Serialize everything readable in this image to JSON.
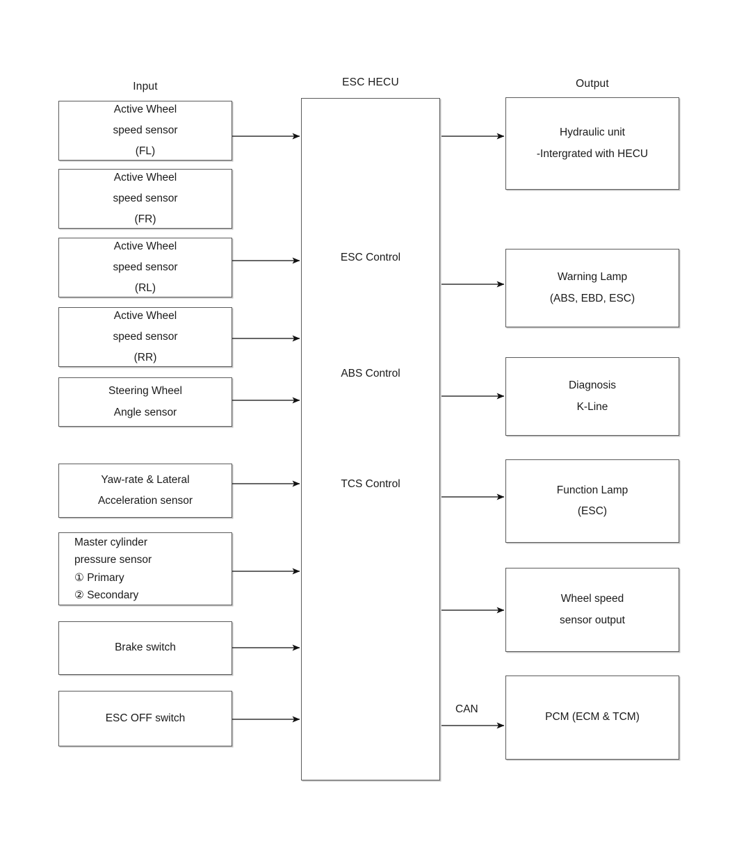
{
  "diagram": {
    "columns": {
      "input_title": "Input",
      "center_title": "ESC HECU",
      "output_title": "Output"
    },
    "center_functions": [
      {
        "label": "ESC Control"
      },
      {
        "label": "ABS Control"
      },
      {
        "label": "TCS Control"
      }
    ],
    "inputs": [
      {
        "lines": [
          "Active Wheel",
          "speed sensor",
          "(FL)"
        ],
        "has_arrow": true
      },
      {
        "lines": [
          "Active Wheel",
          "speed sensor",
          "(FR)"
        ],
        "has_arrow": false
      },
      {
        "lines": [
          "Active Wheel",
          "speed sensor",
          "(RL)"
        ],
        "has_arrow": true
      },
      {
        "lines": [
          "Active Wheel",
          "speed sensor",
          "(RR)"
        ],
        "has_arrow": true
      },
      {
        "lines": [
          "Steering Wheel",
          "Angle sensor"
        ],
        "has_arrow": true
      },
      {
        "lines": [
          "Yaw-rate & Lateral",
          "Acceleration sensor"
        ],
        "has_arrow": true
      },
      {
        "lines": [
          "Master cylinder",
          "pressure sensor",
          "① Primary",
          "② Secondary"
        ],
        "has_arrow": true,
        "align": "left"
      },
      {
        "lines": [
          "Brake switch"
        ],
        "has_arrow": true
      },
      {
        "lines": [
          "ESC OFF switch"
        ],
        "has_arrow": true
      }
    ],
    "outputs": [
      {
        "lines": [
          "Hydraulic unit",
          "-Intergrated with HECU"
        ]
      },
      {
        "lines": [
          "Warning Lamp",
          "(ABS, EBD, ESC)"
        ]
      },
      {
        "lines": [
          "Diagnosis",
          "K-Line"
        ]
      },
      {
        "lines": [
          "Function Lamp",
          "(ESC)"
        ]
      },
      {
        "lines": [
          "Wheel speed",
          "sensor output"
        ]
      },
      {
        "lines": [
          "PCM (ECM & TCM)"
        ]
      }
    ],
    "edge_labels": [
      {
        "text": "CAN"
      }
    ],
    "colors": {
      "border": "#5a5a5a",
      "text": "#1a1a1a",
      "wire": "#333333",
      "background": "#ffffff"
    }
  }
}
